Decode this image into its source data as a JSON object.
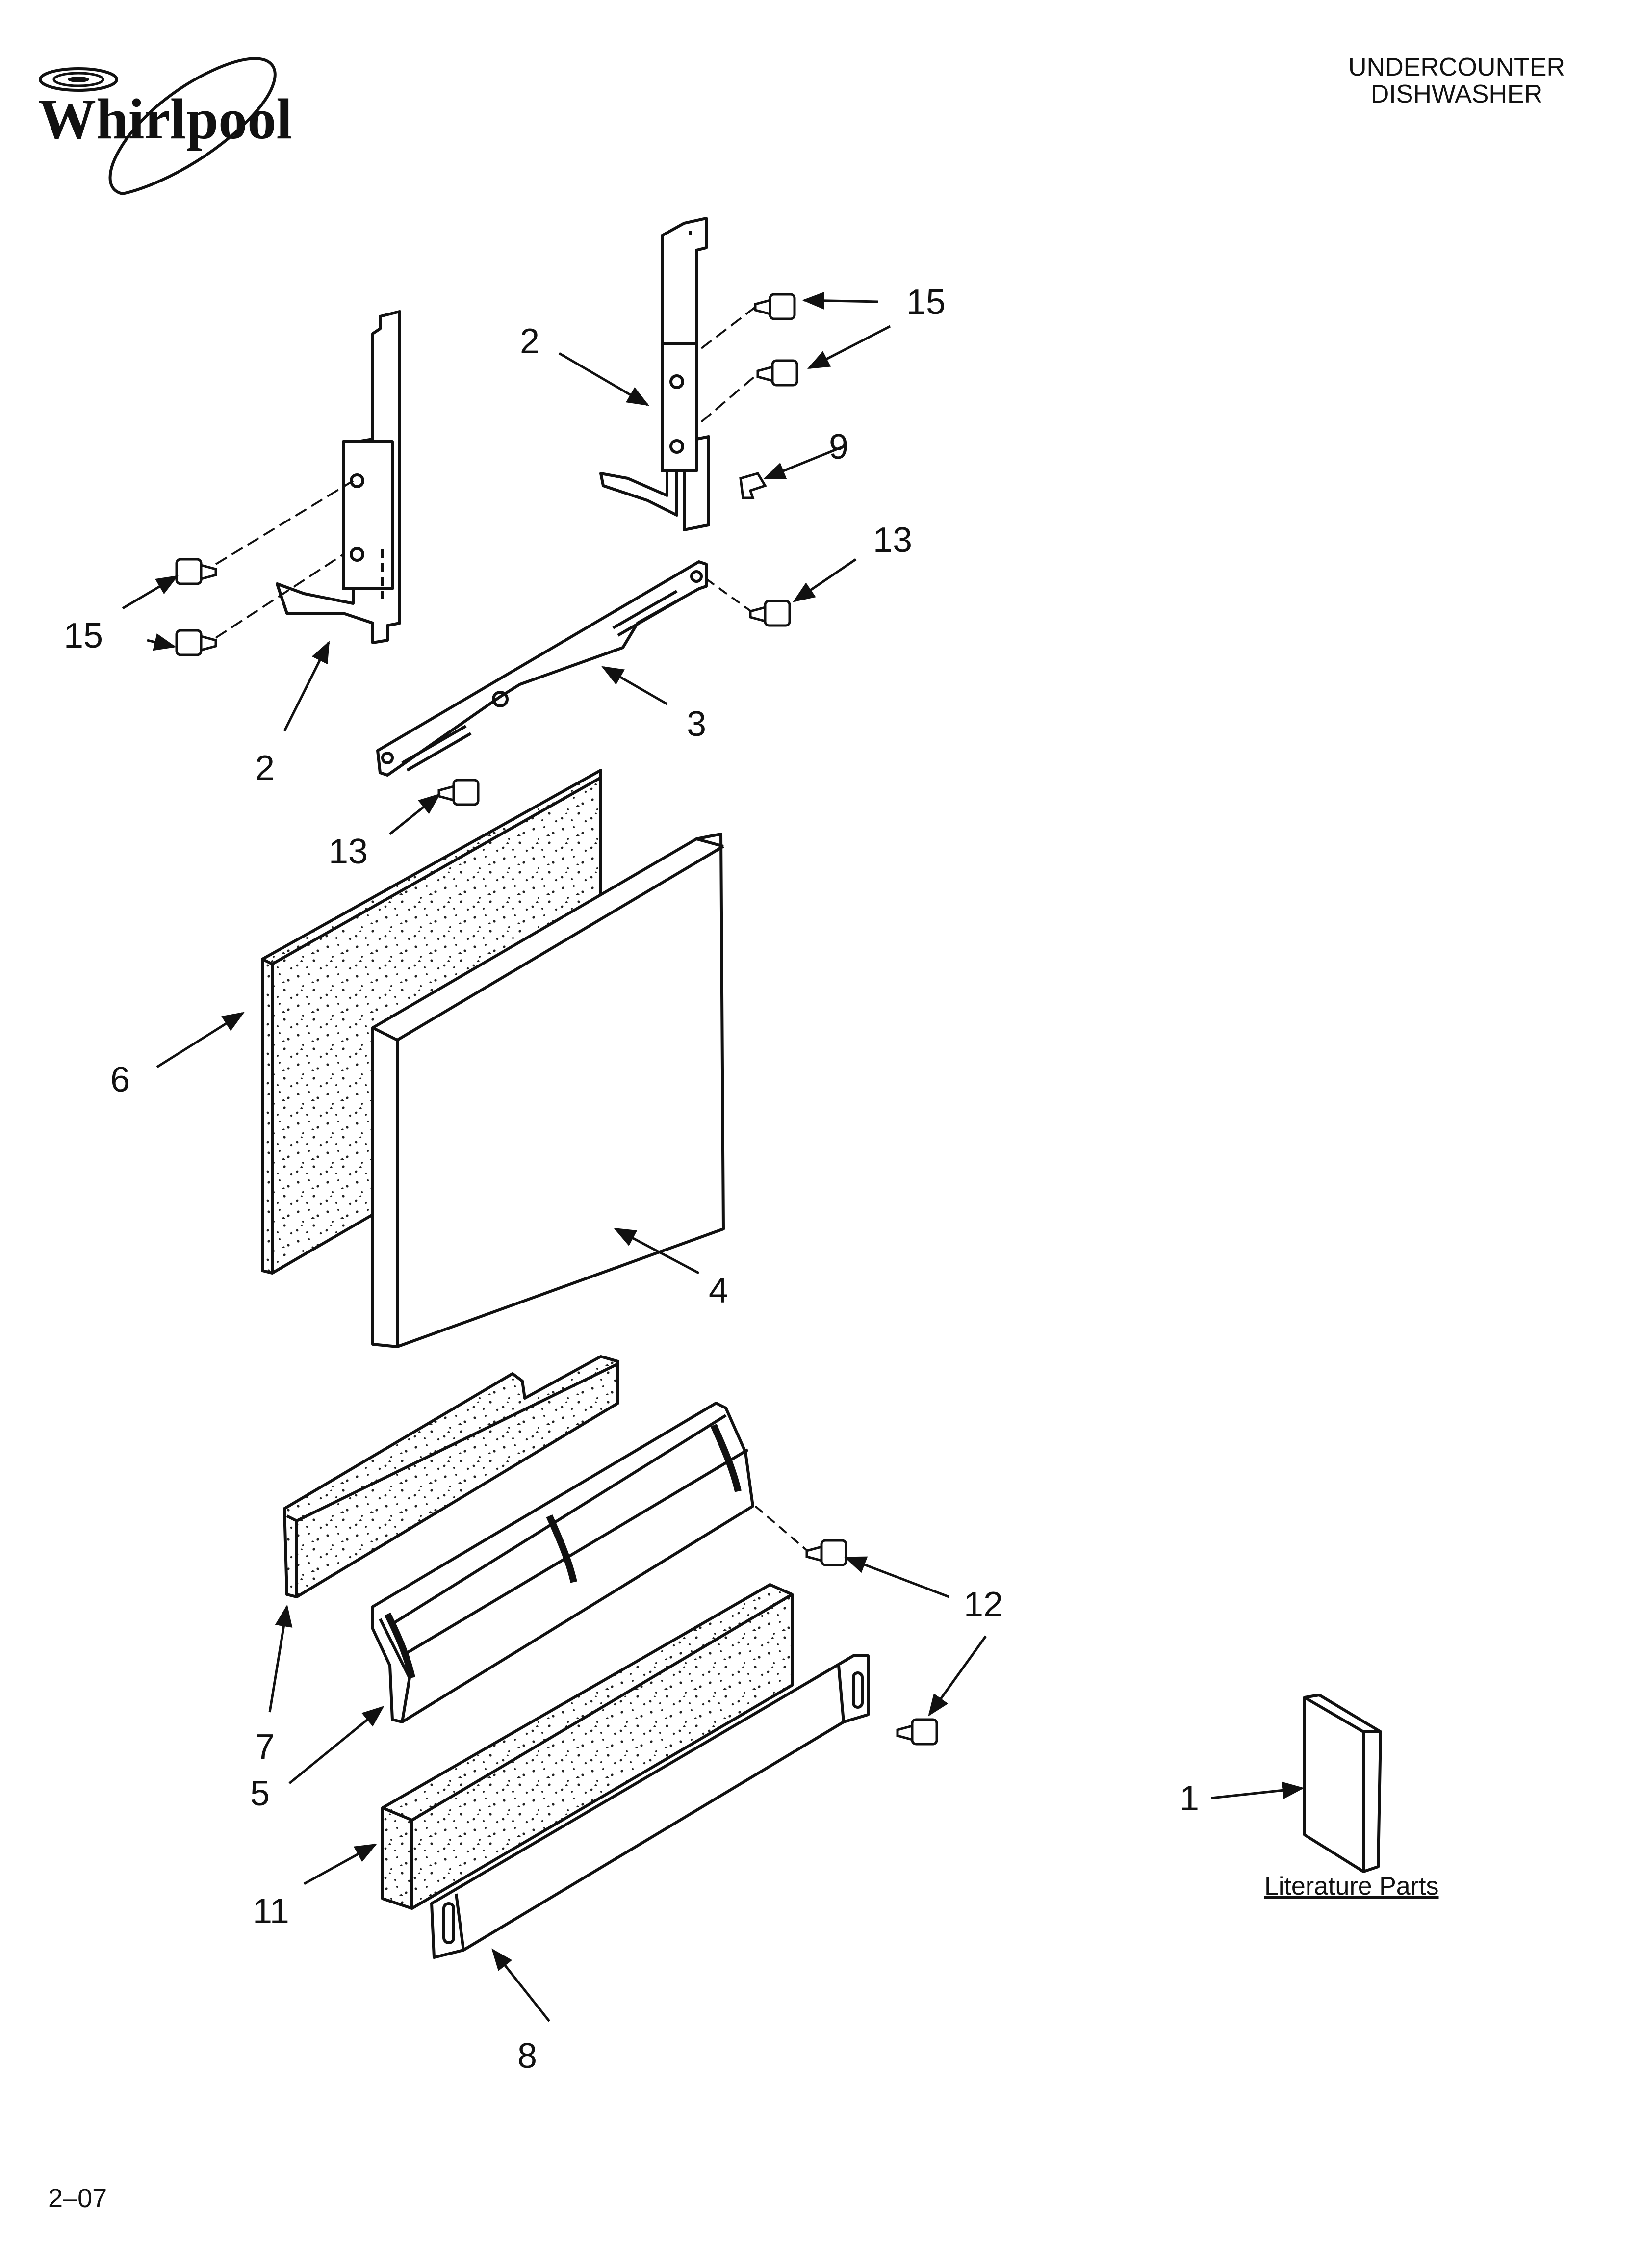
{
  "brand": {
    "name": "Whirlpool"
  },
  "header": {
    "line1": "UNDERCOUNTER",
    "line2": "DISHWASHER"
  },
  "literature_label": "Literature Parts",
  "page_code": "2–07",
  "callouts": {
    "c15a": "15",
    "c15b": "15",
    "c2a": "2",
    "c2b": "2",
    "c9": "9",
    "c13a": "13",
    "c13b": "13",
    "c3": "3",
    "c6": "6",
    "c4": "4",
    "c12": "12",
    "c7": "7",
    "c5": "5",
    "c11": "11",
    "c8": "8",
    "c1": "1"
  }
}
